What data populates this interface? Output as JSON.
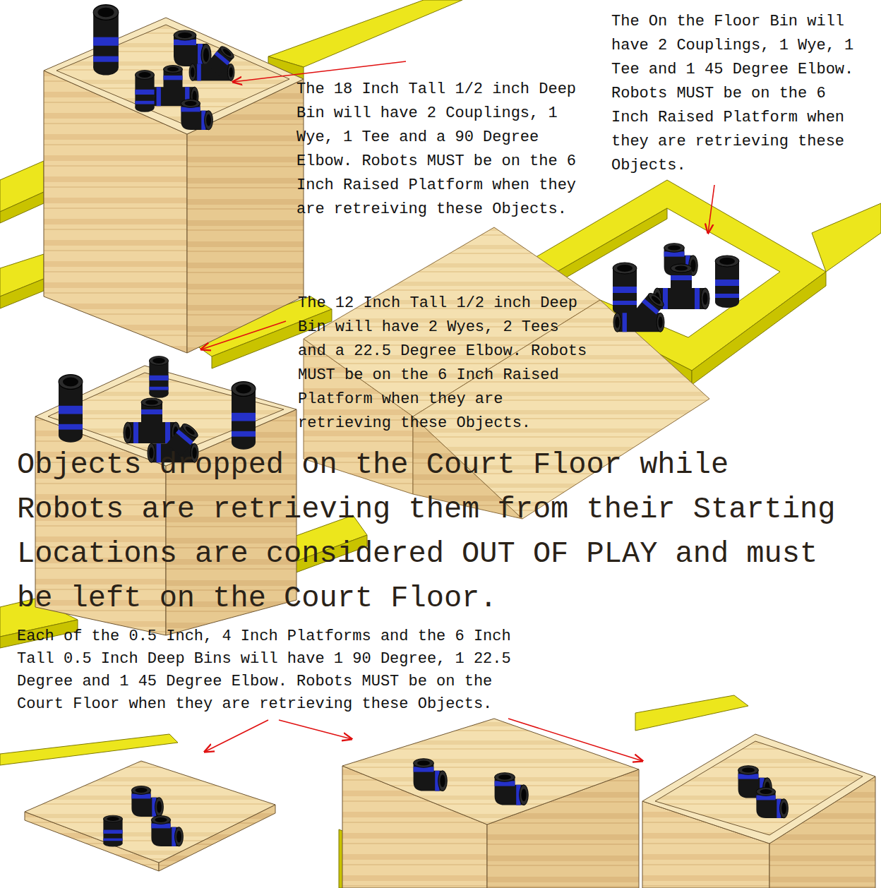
{
  "diagram": {
    "labels": [
      "The 18 Inch Tall 1/2 inch Deep Bin will have 2 Couplings, 1 Wye, 1 Tee and a 90 Degree Elbow. Robots MUST be on the 6 Inch Raised Platform when they are retreiving these Objects.",
      "The On the Floor Bin will have 2 Couplings, 1 Wye, 1 Tee and 1 45 Degree Elbow. Robots MUST be on the 6 Inch Raised Platform when they are retrieving these Objects.",
      "The 12 Inch Tall 1/2 inch Deep Bin will have 2 Wyes, 2 Tees and a 22.5 Degree Elbow. Robots MUST be on the 6 Inch Raised Platform when they are retrieving these Objects.",
      "Objects dropped on the Court Floor while Robots are retrieving them from their Starting Locations are considered OUT OF PLAY and must be left on the Court Floor.",
      "Each of the 0.5 Inch, 4 Inch Platforms and the 6 Inch Tall 0.5 Inch Deep Bins will have 1 90 Degree, 1 22.5 Degree and 1 45 Degree Elbow. Robots MUST be on the Court Floor when they are retrieving these Objects."
    ]
  }
}
